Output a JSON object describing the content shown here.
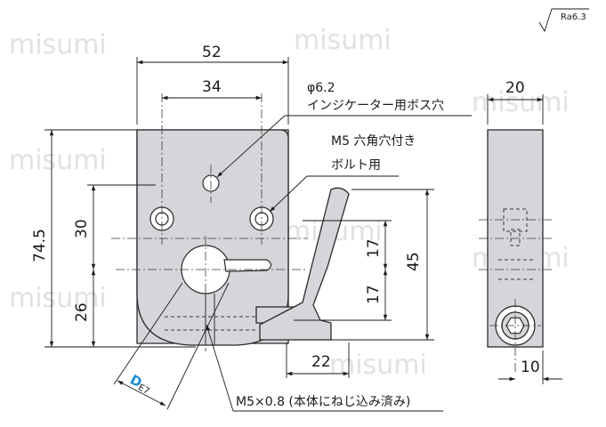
{
  "watermark": "misumi",
  "roughness": "Ra6.3",
  "dimensions": {
    "width_overall": "52",
    "hole_pitch": "34",
    "height_overall": "74.5",
    "hole_height": "30",
    "bore_height": "26",
    "lever_upper": "17",
    "lever_lower": "17",
    "lever_total": "45",
    "lever_width": "22",
    "side_width": "20",
    "side_screw": "10"
  },
  "notes": {
    "indicator_hole_line1": "φ6.2",
    "indicator_hole_line2": "インジケーター用ボス穴",
    "bolt_line1": "M5 六角穴付き",
    "bolt_line2": "ボルト用",
    "screw": "M5×0.8 (本体にねじ込み済み)",
    "bore_letter": "D",
    "bore_tolerance": "E7"
  },
  "colors": {
    "part_fill": "#d4d6d9",
    "bore_label": "#1a8fd6"
  }
}
